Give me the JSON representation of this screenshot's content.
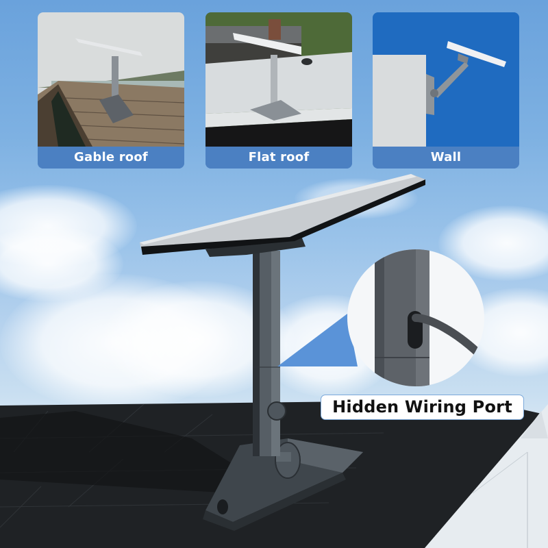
{
  "mount_options": [
    {
      "label": "Gable roof",
      "scene": "gable-roof"
    },
    {
      "label": "Flat roof",
      "scene": "flat-roof"
    },
    {
      "label": "Wall",
      "scene": "wall"
    }
  ],
  "callout": {
    "label": "Hidden Wiring Port"
  },
  "colors": {
    "sky": "#7eb1e2",
    "label_bar": "#4b80c2",
    "wall_card_bg": "#1f6bc0",
    "pole": "#3c4349",
    "roof_shingles": "#1e2124",
    "callout_border": "#7aa8da"
  }
}
